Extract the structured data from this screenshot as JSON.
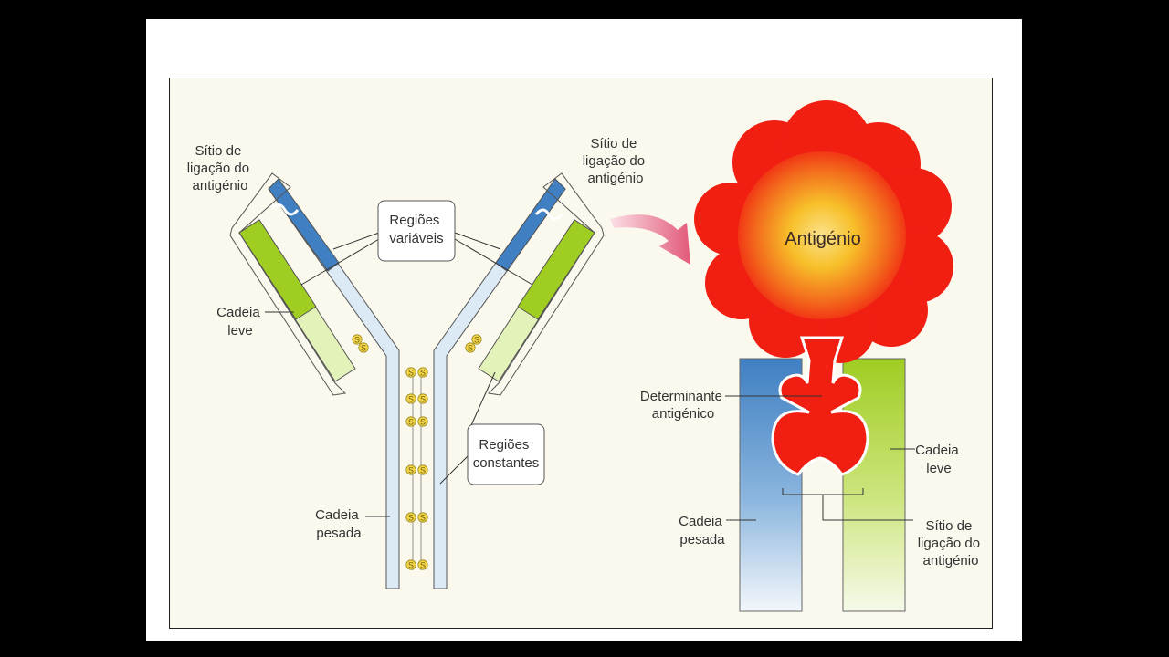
{
  "colors": {
    "background": "#000000",
    "slide": "#ffffff",
    "panel": "#fbf9ee",
    "heavy_chain_variable": "#3f7fc2",
    "light_chain_variable": "#9fcd22",
    "heavy_chain_constant": "#dceaf6",
    "light_chain_constant": "#e3f2b8",
    "antigen_core": "#f7c02a",
    "antigen_edge": "#f01f12",
    "arrow": "#e25a7a",
    "disulfide": "#f5d646"
  },
  "left_diagram": {
    "binding_site_left": [
      "Sítio de",
      "ligação do",
      "antigénio"
    ],
    "binding_site_right": [
      "Sítio de",
      "ligação do",
      "antigénio"
    ],
    "variable_regions": [
      "Regiões",
      "variáveis"
    ],
    "constant_regions": [
      "Regiões",
      "constantes"
    ],
    "light_chain": [
      "Cadeia",
      "leve"
    ],
    "heavy_chain": [
      "Cadeia",
      "pesada"
    ],
    "disulfide_symbol": "S"
  },
  "right_diagram": {
    "antigen": "Antigénio",
    "antigenic_determinant": [
      "Determinante",
      "antigénico"
    ],
    "light_chain": [
      "Cadeia",
      "leve"
    ],
    "heavy_chain": [
      "Cadeia",
      "pesada"
    ],
    "binding_site": [
      "Sítio de",
      "ligação do",
      "antigénio"
    ]
  },
  "icons": [
    "curved-arrow-icon",
    "disulfide-bond-icon"
  ]
}
